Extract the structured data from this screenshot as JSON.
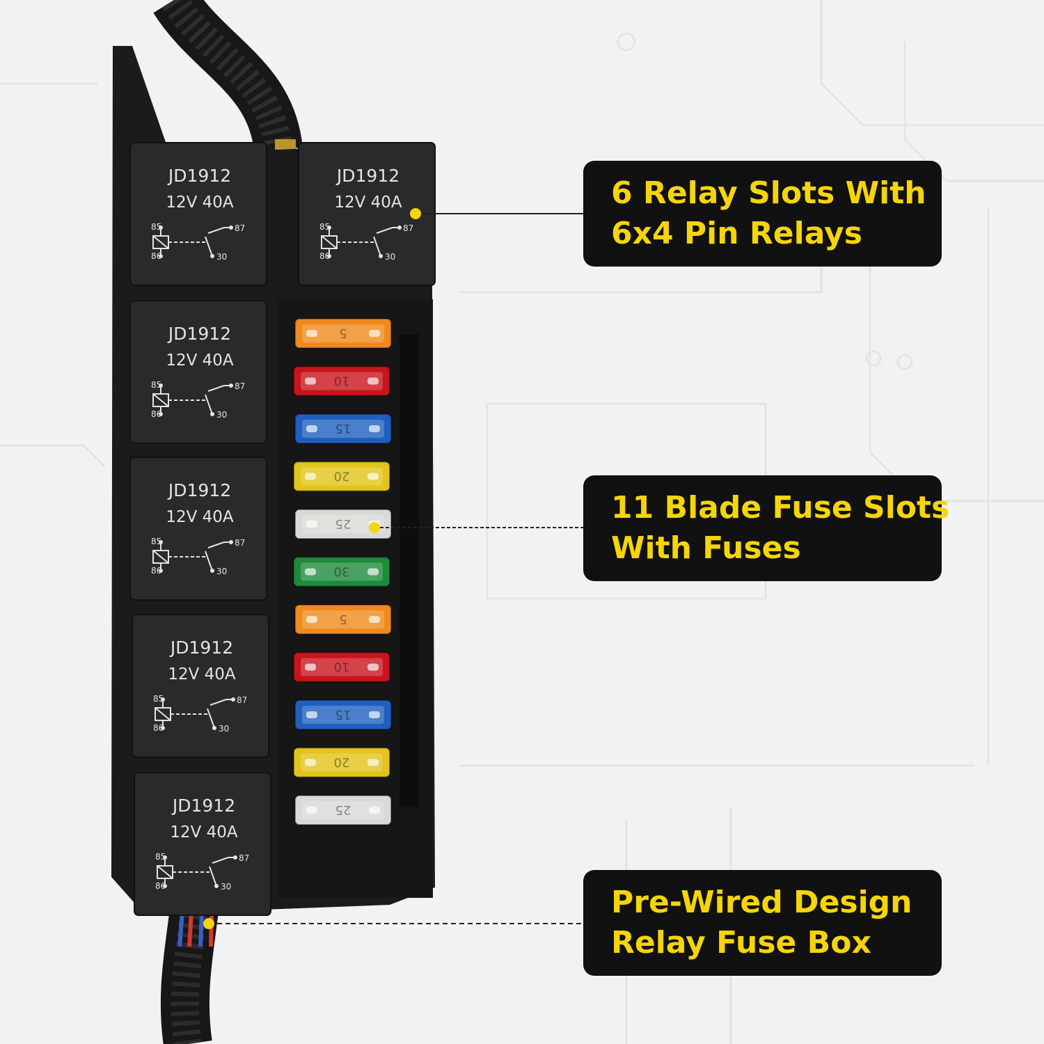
{
  "relays": [
    {
      "model": "JD1912",
      "rating": "12V 40A",
      "pins": [
        "85",
        "86",
        "87",
        "30"
      ]
    },
    {
      "model": "JD1912",
      "rating": "12V 40A",
      "pins": [
        "85",
        "86",
        "87",
        "30"
      ]
    },
    {
      "model": "JD1912",
      "rating": "12V 40A",
      "pins": [
        "85",
        "86",
        "87",
        "30"
      ]
    },
    {
      "model": "JD1912",
      "rating": "12V 40A",
      "pins": [
        "85",
        "86",
        "87",
        "30"
      ]
    },
    {
      "model": "JD1912",
      "rating": "12V 40A",
      "pins": [
        "85",
        "86",
        "87",
        "30"
      ]
    },
    {
      "model": "JD1912",
      "rating": "12V 40A",
      "pins": [
        "85",
        "86",
        "87",
        "30"
      ]
    }
  ],
  "fuses": [
    {
      "rating": "5",
      "color": "#f08a1c"
    },
    {
      "rating": "10",
      "color": "#c8141c"
    },
    {
      "rating": "15",
      "color": "#1f5fbf"
    },
    {
      "rating": "20",
      "color": "#e2c41a"
    },
    {
      "rating": "25",
      "color": "#d9d9d6"
    },
    {
      "rating": "30",
      "color": "#1e8a3a"
    },
    {
      "rating": "5",
      "color": "#f08a1c"
    },
    {
      "rating": "10",
      "color": "#c8141c"
    },
    {
      "rating": "15",
      "color": "#1f5fbf"
    },
    {
      "rating": "20",
      "color": "#e2c41a"
    },
    {
      "rating": "25",
      "color": "#d9d9d6"
    }
  ],
  "callouts": [
    {
      "lines": [
        "6 Relay Slots With",
        "6x4 Pin Relays"
      ]
    },
    {
      "lines": [
        "11 Blade Fuse Slots",
        "With Fuses"
      ]
    },
    {
      "lines": [
        "Pre-Wired Design",
        "Relay Fuse Box"
      ]
    }
  ],
  "colors": {
    "callout_bg": "#111111",
    "callout_text": "#f5d50a",
    "dot": "#f5d50a",
    "housing": "#1b1b1b"
  }
}
